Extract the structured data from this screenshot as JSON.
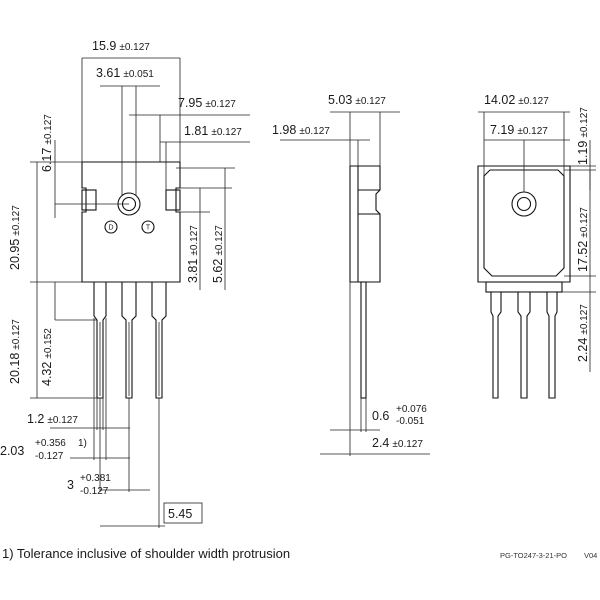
{
  "front_view": {
    "width_total": "15.9",
    "width_total_tol": "±0.127",
    "hole_offset": "3.61",
    "hole_offset_tol": "±0.051",
    "hole_center": "7.95",
    "hole_center_tol": "±0.127",
    "notch_width": "1.81",
    "notch_width_tol": "±0.127",
    "tab_height": "6.17",
    "tab_height_tol": "±0.127",
    "body_height": "20.95",
    "body_height_tol": "±0.127",
    "notch_depth": "3.81",
    "notch_depth_tol": "±0.127",
    "notch_height": "5.62",
    "notch_height_tol": "±0.127",
    "lead_length": "20.18",
    "lead_length_tol": "±0.127",
    "lead_shoulder": "4.32",
    "lead_shoulder_tol": "±0.152",
    "lead_width": "1.2",
    "lead_width_tol": "±0.127",
    "shoulder_width": "2.03",
    "shoulder_width_tol_plus": "+0.356",
    "shoulder_width_tol_minus": "-0.127",
    "shoulder_width_note": "1)",
    "lead_pitch": "3",
    "lead_pitch_tol_plus": "+0.381",
    "lead_pitch_tol_minus": "-0.127",
    "lead_span": "5.45",
    "pin_d": "D",
    "pin_t": "T"
  },
  "side_view": {
    "depth": "5.03",
    "depth_tol": "±0.127",
    "tab_thickness": "1.98",
    "tab_thickness_tol": "±0.127",
    "lead_thickness": "0.6",
    "lead_thickness_tol_plus": "+0.076",
    "lead_thickness_tol_minus": "-0.051",
    "body_step": "2.4",
    "body_step_tol": "±0.127"
  },
  "back_view": {
    "back_width": "14.02",
    "back_width_tol": "±0.127",
    "hole_offset": "7.19",
    "hole_offset_tol": "±0.127",
    "top_margin": "1.19",
    "top_margin_tol": "±0.127",
    "pad_height": "17.52",
    "pad_height_tol": "±0.127",
    "lead_offset": "2.24",
    "lead_offset_tol": "±0.127"
  },
  "footnote": "1) Tolerance inclusive of shoulder width protrusion",
  "drawing_code": "PG-TO247-3-21-PO",
  "version": "V04"
}
